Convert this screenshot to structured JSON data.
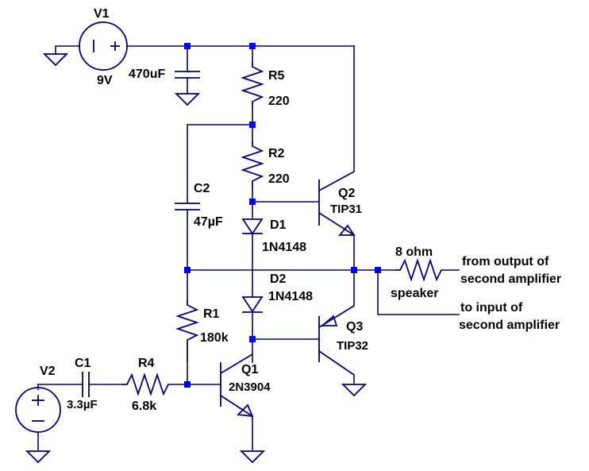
{
  "components": {
    "v1": {
      "name": "V1",
      "value": "9V"
    },
    "c_supply": {
      "value": "470uF"
    },
    "r5": {
      "name": "R5",
      "value": "220"
    },
    "r2": {
      "name": "R2",
      "value": "220"
    },
    "c2": {
      "name": "C2",
      "value": "47µF"
    },
    "d1": {
      "name": "D1",
      "value": "1N4148"
    },
    "d2": {
      "name": "D2",
      "value": "1N4148"
    },
    "q2": {
      "name": "Q2",
      "value": "TIP31"
    },
    "q3": {
      "name": "Q3",
      "value": "TIP32"
    },
    "r1": {
      "name": "R1",
      "value": "180k"
    },
    "q1": {
      "name": "Q1",
      "value": "2N3904"
    },
    "v2": {
      "name": "V2"
    },
    "c1": {
      "name": "C1",
      "value": "3.3µF"
    },
    "r4": {
      "name": "R4",
      "value": "6.8k"
    },
    "speaker": {
      "name": "8 ohm",
      "value": "speaker"
    }
  },
  "notes": {
    "from_output_line1": "from output of",
    "from_output_line2": "second amplifier",
    "to_input_line1": "to input of",
    "to_input_line2": "second amplifier"
  },
  "colors": {
    "wire": "#000080",
    "junction": "#0000ff",
    "text": "#000000",
    "background": "#ffffff"
  }
}
